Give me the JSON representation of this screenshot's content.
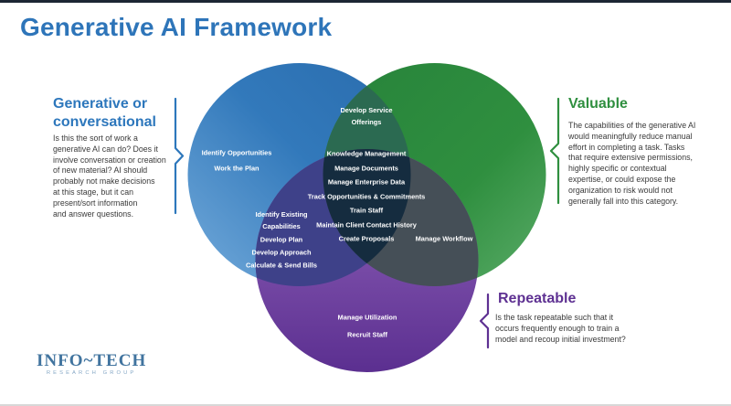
{
  "page": {
    "title": "Generative AI Framework"
  },
  "annotations": {
    "generative": {
      "heading": "Generative or conversational",
      "body": "Is this the sort of work a\ngenerative AI can do? Does it\ninvolve conversation or creation\nof new material? AI should\nprobably not make decisions\nat this stage, but it can\npresent/sort information\nand answer questions.",
      "color": "#2d77bc"
    },
    "valuable": {
      "heading": "Valuable",
      "body": "The capabilities of the generative AI\nwould meaningfully reduce manual\neffort in completing a task. Tasks\nthat require extensive permissions,\nhighly specific or contextual\nexpertise, or could expose the\norganization to risk would not\ngenerally fall into this category.",
      "color": "#2f8f3f"
    },
    "repeatable": {
      "heading": "Repeatable",
      "body": "Is the task repeatable such that it\noccurs frequently enough to train a\nmodel and recoup initial investment?",
      "color": "#5e3192"
    }
  },
  "venn": {
    "circle_colors": {
      "generative": "#2e75b9",
      "valuable": "#2f8f3f",
      "repeatable": "#5e3192"
    },
    "overlap_colors": {
      "generative_valuable": "#2b6a51",
      "generative_repeatable": "#3e4189",
      "valuable_repeatable": "#454f57",
      "all_three": "#152c3f"
    },
    "generative_only": {
      "items": [
        "Identify Opportunities",
        "Work the Plan"
      ]
    },
    "generative_valuable": {
      "items": [
        "Develop Service Offerings"
      ]
    },
    "all_three": {
      "items": [
        "Knowledge Management",
        "Manage Documents",
        "Manage Enterprise Data",
        "Track Opportunities & Commitments",
        "Train Staff",
        "Maintain Client Contact History",
        "Create Proposals"
      ]
    },
    "generative_repeatable": {
      "items": [
        "Identify Existing Capabilities",
        "Develop Plan",
        "Develop Approach",
        "Calculate & Send Bills"
      ]
    },
    "valuable_repeatable": {
      "items": [
        "Manage Workflow"
      ]
    },
    "repeatable_only": {
      "items": [
        "Manage Utilization",
        "Recruit Staff"
      ]
    }
  },
  "logo": {
    "text": "INFO~TECH",
    "subtext": "RESEARCH GROUP"
  }
}
